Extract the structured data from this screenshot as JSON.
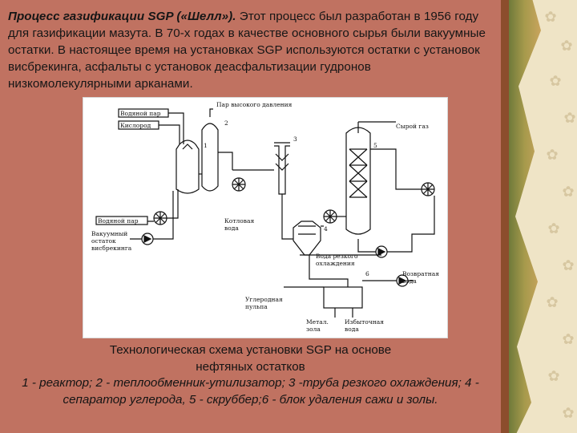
{
  "intro": {
    "lead": "Процесс газификации SGP («Шелл»).",
    "body": " Этот процесс был разработан в 1956 году для газификации мазута. В 70-х годах в качестве основного сырья были вакуумные остатки. В настоящее время на установках SGP используются остатки с установок висбрекинга, асфальты с установок деасфальтизации гудронов низкомолекулярными арканами."
  },
  "diagram": {
    "labels": {
      "water_steam_top": "Водяной пар",
      "oxygen": "Кислород",
      "hp_steam": "Пар высокого давления",
      "raw_gas": "Сырой газ",
      "water_steam_left": "Водяной пар",
      "vacuum_residue_1": "Вакуумный",
      "vacuum_residue_2": "остаток",
      "vacuum_residue_3": "висбрекинга",
      "boiler_water_1": "Котловая",
      "boiler_water_2": "вода",
      "quench_water_1": "Вода резкого",
      "quench_water_2": "охлаждения",
      "returned_water_1": "Возвратная",
      "returned_water_2": "вода",
      "carbon_pulp_1": "Углеродная",
      "carbon_pulp_2": "пульпа",
      "metal_ash_1": "Метал.",
      "metal_ash_2": "зола",
      "excess_water_1": "Избыточная",
      "excess_water_2": "вода",
      "n1": "1",
      "n2": "2",
      "n3": "3",
      "n4": "4",
      "n5": "5",
      "n6": "6"
    }
  },
  "caption": {
    "line1": "Технологическая схема установки SGP на основе",
    "line2": "нефтяных остатков",
    "line3": "1 - реактор; 2 - теплообменник-утилизатор; 3 -труба резкого охлаждения; 4 - сепаратор углерода, 5 - скруббер;6 - блок удаления сажи и золы."
  }
}
